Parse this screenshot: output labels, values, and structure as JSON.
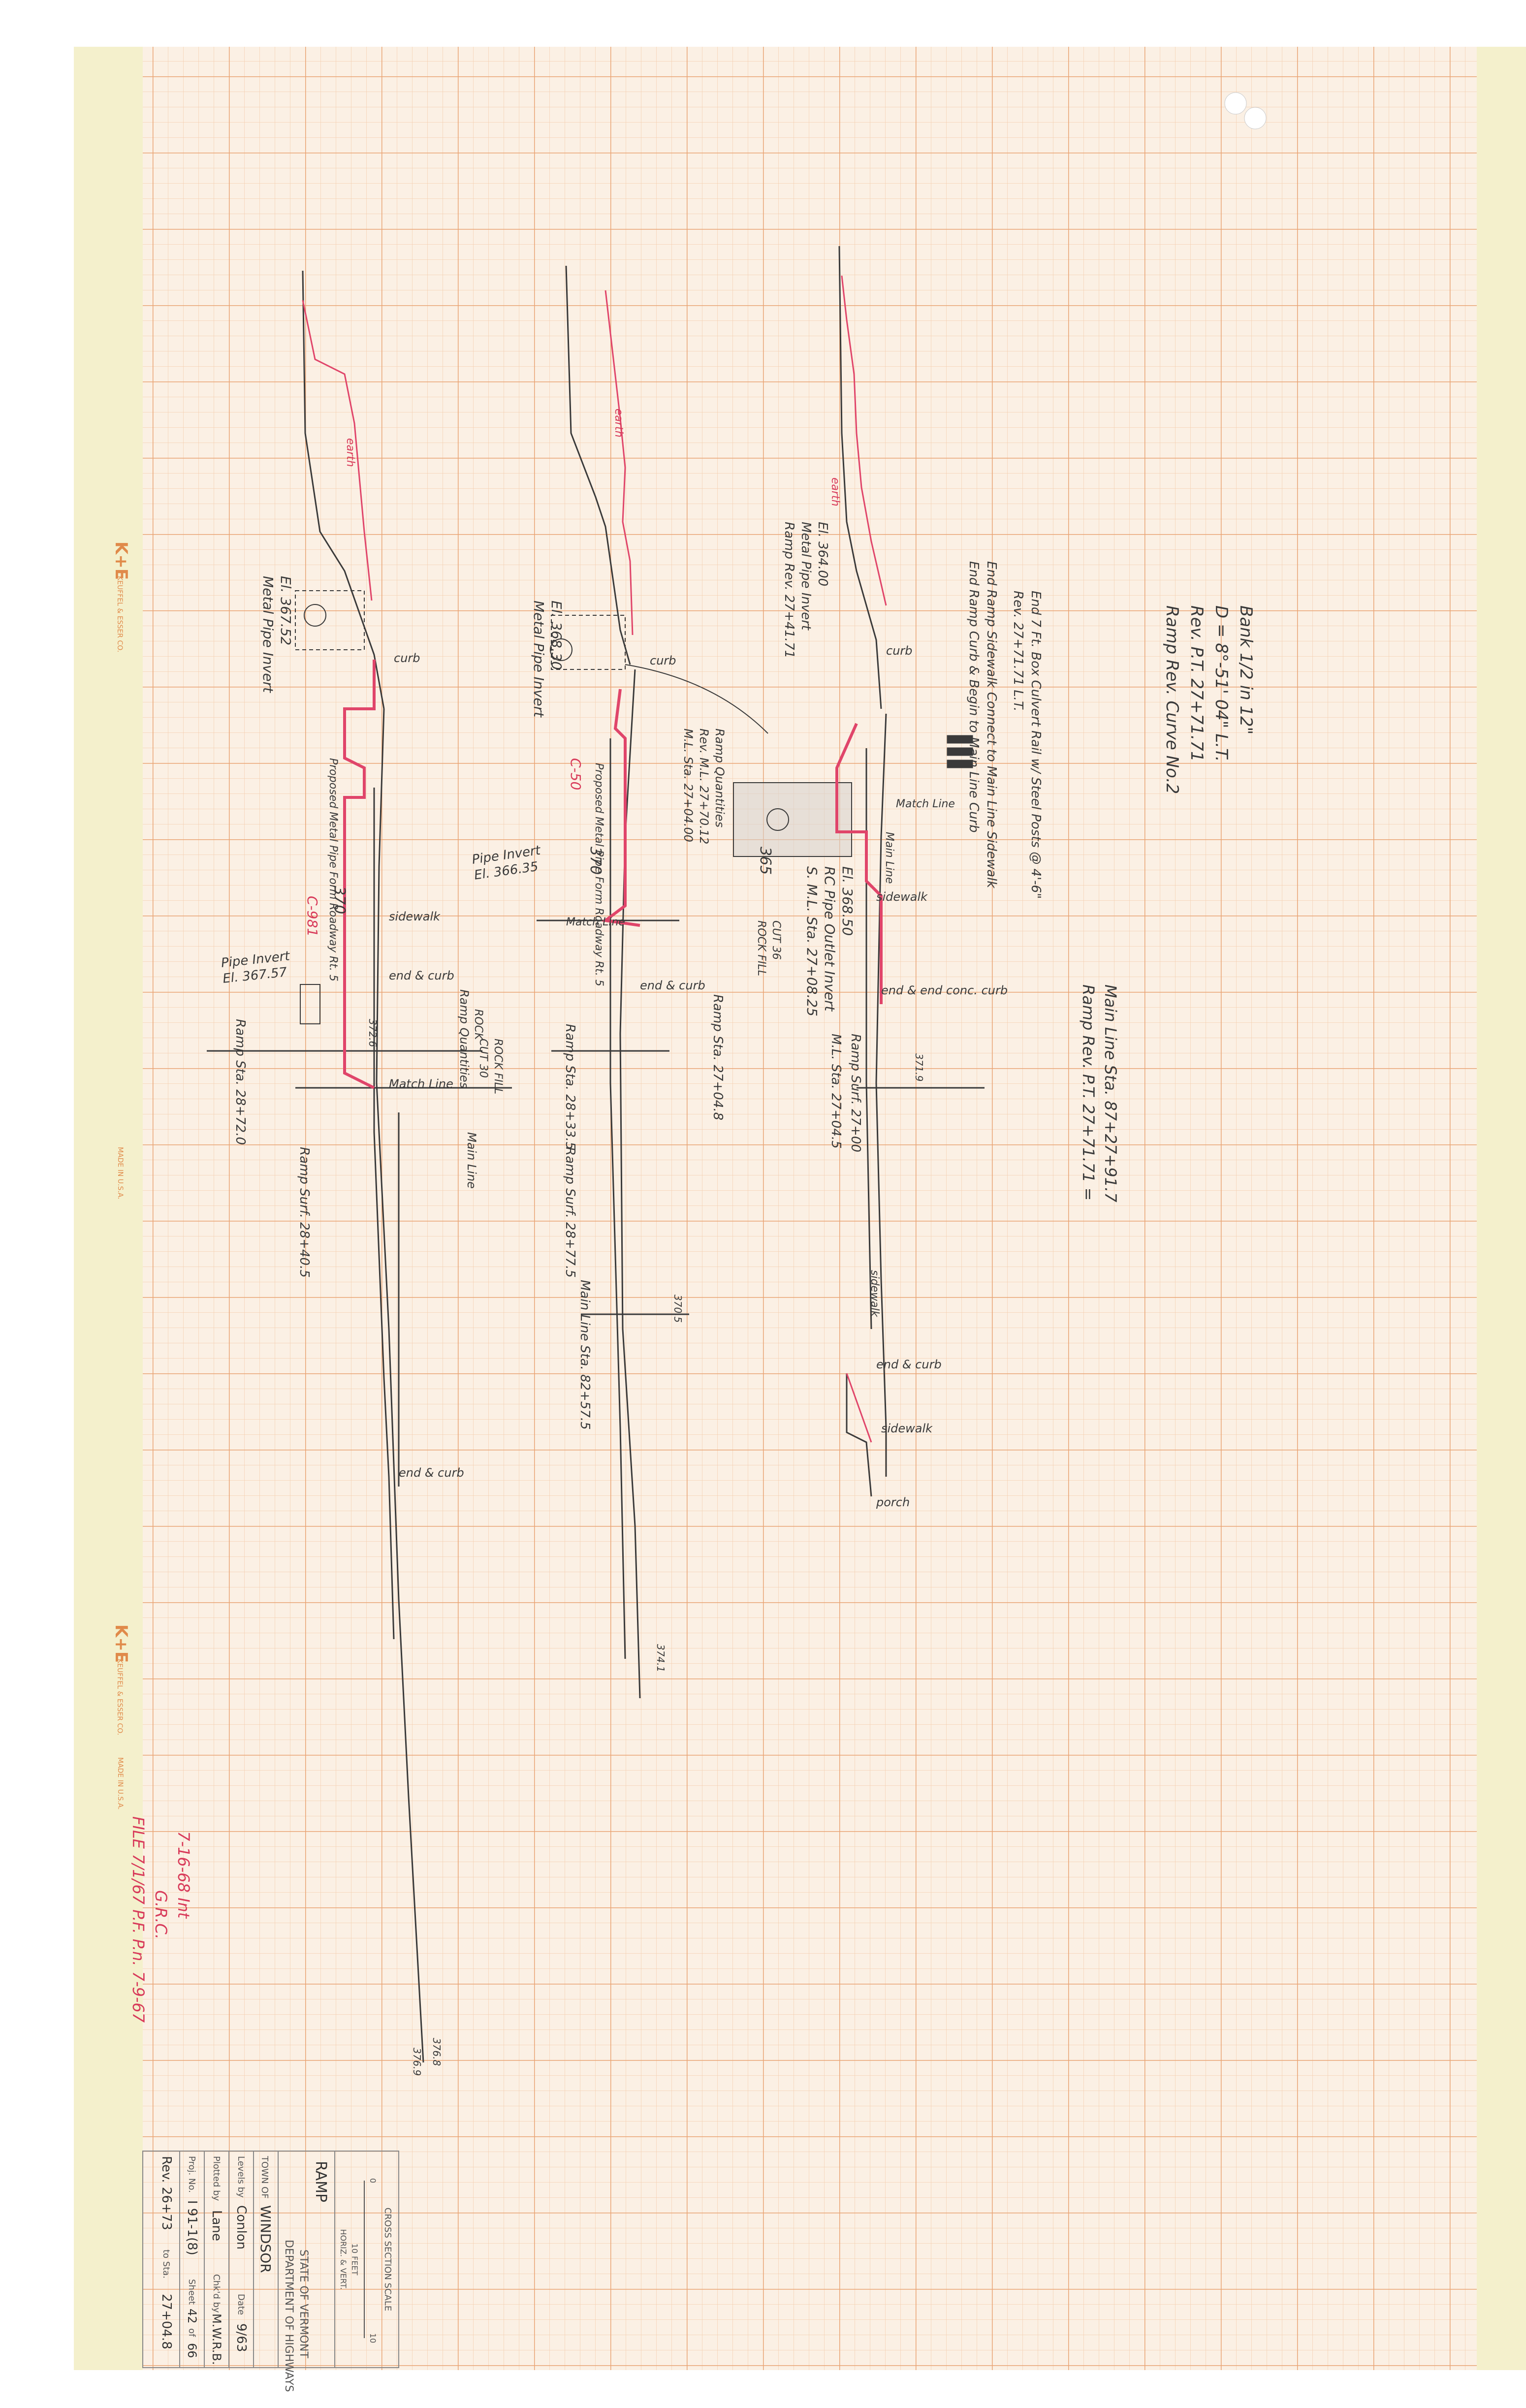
{
  "header_notes": {
    "curve_title": "Ramp Rev. Curve No.2",
    "curve_pi": "Rev. P.T. 27+71.71",
    "curve_degree": "D = 8°-51' 04\" L.T.",
    "curve_bank": "Bank 1/2 in 12\"",
    "ramp_pt": "Ramp Rev. P.T. 27+71.71 =",
    "mainline_sta": "Main Line Sta. 87+27+91.7"
  },
  "callouts": {
    "end_ramp_1": "End Ramp Curb & Begin to Main Line Curb",
    "end_ramp_2": "End Ramp Sidewalk Connect to Main Line Sidewalk",
    "rev_sta": "Rev. 27+71.71 L.T.",
    "box_note": "End 7 Ft. Box Culvert Rail w/ Steel Posts @ 4'-6\"",
    "ramp_rev": "Ramp Rev. 27+41.71",
    "metal_pipe_invert": "Metal Pipe Invert",
    "el_36400": "El. 364.00",
    "metal_pipe_invert_2": "Metal Pipe Invert",
    "el_36830": "El. 368.30",
    "metal_pipe_invert_3": "Metal Pipe Invert",
    "el_36752": "El. 367.52",
    "pipe_invert_1": "Pipe Invert",
    "el_36635": "El. 366.35",
    "pipe_invert_2": "Pipe Invert",
    "el_36757": "El. 367.57",
    "c50": "C-50",
    "c981": "C-981",
    "proposed_metal_1": "Proposed Metal Pipe Form Roadway Rt. 5",
    "proposed_metal_2": "Proposed Metal Pipe Form Roadway Rt. 5",
    "ml_block": "M.L. Sta. 27+04.00",
    "rev_ml_block": "Rev. M.L. 27+70.12",
    "ramp_quantities_1": "Ramp Quantities",
    "ramp_quantities_2": "Ramp Quantities",
    "ml_sta_2": "S. M.L. Sta. 27+08.25",
    "rc_pipe": "RC Pipe Outlet Invert",
    "el_36850": "El. 368.50"
  },
  "labels": {
    "curb_1": "curb",
    "curb_2": "curb",
    "curb_3": "curb",
    "sidewalk_1": "sidewalk",
    "sidewalk_2": "sidewalk",
    "sidewalk_3": "sidewalk",
    "sidewalk_4": "sidewalk",
    "end_curb_1": "end & curb",
    "end_curb_2": "end & curb",
    "end_conc_curb": "end & end conc. curb",
    "end_curb_3": "end & curb",
    "end_curb_4": "end & curb",
    "match_line_1": "Match Line",
    "match_line_2": "Match Line",
    "match_line_3": "Match Line",
    "main_line_1": "Main Line",
    "main_line_2": "Main Line",
    "porch": "porch",
    "cut_36": "CUT 36",
    "rock_fill": "ROCK FILL",
    "cut_30": "CUT 30",
    "rock_fill_2": "ROCK FILL",
    "rock": "ROCK",
    "ramp_sta_1": "Ramp Sta. 28+72.0",
    "ramp_surf_1": "Ramp Surf. 28+40.5",
    "ramp_sta_2": "Ramp Sta. 28+33.5",
    "ramp_surf_2": "Ramp Surf. 28+77.5",
    "ml_sta_3": "Main Line Sta. 82+57.5",
    "ramp_sta_3": "Ramp Sta. 27+04.8",
    "ml_rev_3": "M.L. Sta. 27+04.5",
    "ramp_surf_3": "Ramp Surf. 27+00",
    "elev_370_a": "370",
    "elev_370_b": "370",
    "elev_365": "365",
    "elev_3726": "372.6",
    "elev_3769": "376.9",
    "elev_3705": "370.5",
    "elev_3741": "374.1",
    "elev_3768": "376.8",
    "elev_3719": "371.9",
    "earth_1": "earth",
    "earth_2": "earth",
    "earth_3": "earth"
  },
  "stamp": {
    "line1": "FILE 7/1/67 P.F. P.n. 7-9-67",
    "line2": "G.R.C.",
    "line3": "7-16-68 Int"
  },
  "title_block": {
    "scale_title": "CROSS SECTION SCALE",
    "scale_0": "0",
    "scale_10": "10",
    "scale_10_feet": "10 FEET",
    "scale_horiz": "HORIZ. & VERT.",
    "ramp": "RAMP",
    "state": "STATE OF VERMONT",
    "dept": "DEPARTMENT OF HIGHWAYS",
    "town_label": "TOWN OF",
    "town": "WINDSOR",
    "levels_label": "Levels by",
    "levels_by": "Conlon",
    "date_label": "Date",
    "date": "9/63",
    "plotted_label": "Plotted by",
    "plotted_by": "Lane",
    "chkd_label": "Chk'd by",
    "chkd_by": "M.W.R.B.",
    "proj_label": "Proj. No.",
    "proj_no": "I 91-1(8)",
    "sheet_label": "Sheet",
    "sheet_no": "42",
    "of_label": "of",
    "sheet_of": "66",
    "sta_from": "Rev. 26+73",
    "sta_to": "27+04.8",
    "to_label": "to Sta."
  },
  "paper_brand": {
    "ke_top": "K+E",
    "ke_sub": "KEUFFEL & ESSER CO.",
    "ke_bottom": "K+E",
    "mid_mark": "MADE IN U.S.A."
  },
  "colors": {
    "grid_minor": "#f6c9a6",
    "grid_major": "#eca070",
    "pencil": "#3a3a3a",
    "red_pencil": "#e0456a",
    "paper": "#fbf0e4",
    "margin_strip": "#f3f2c8"
  }
}
